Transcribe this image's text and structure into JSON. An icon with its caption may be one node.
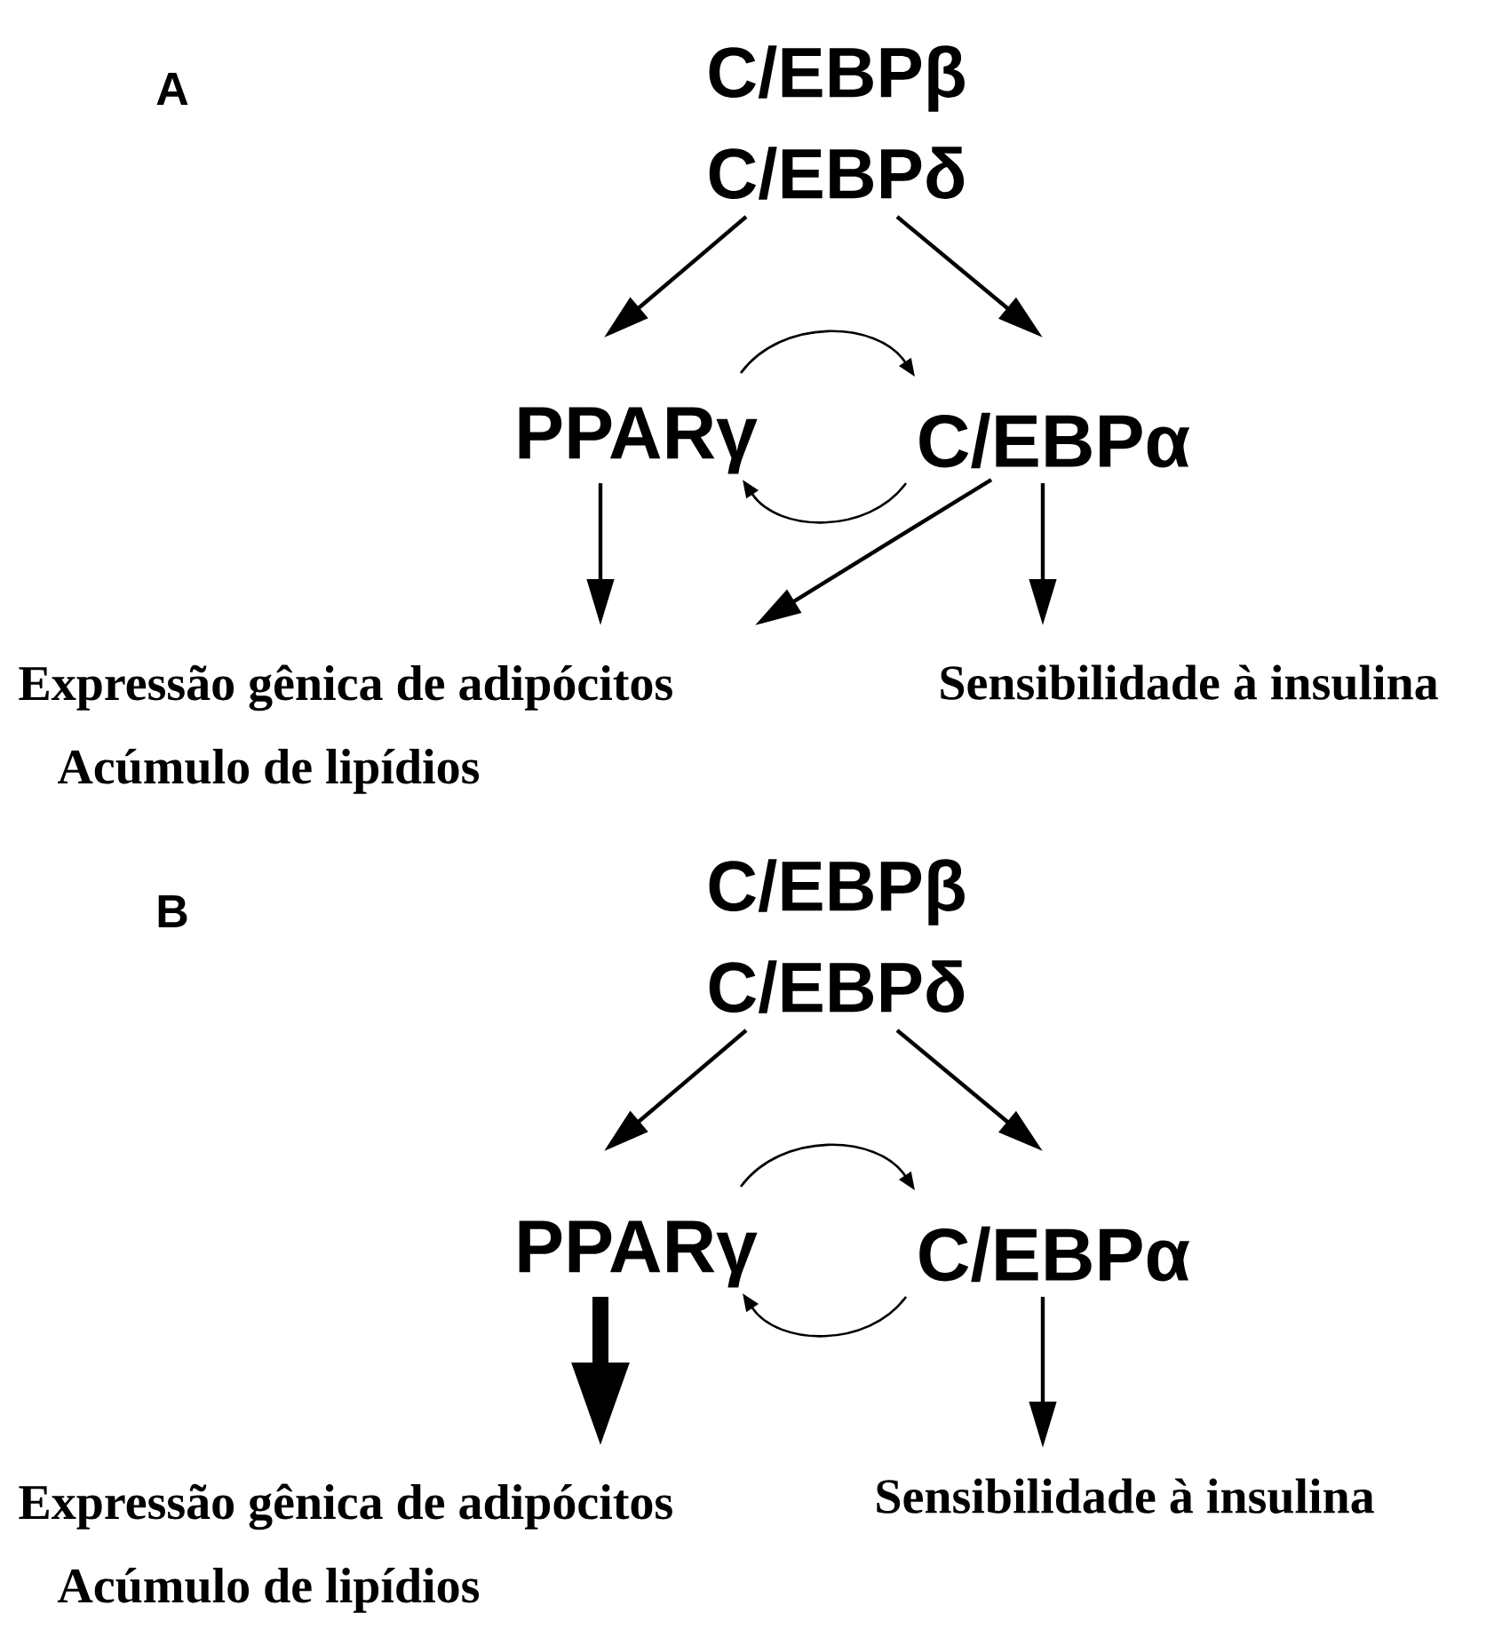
{
  "diagram": {
    "nodes": [
      {
        "text": [
          "C/EBPβ",
          "C/EBPδ"
        ]
      },
      {
        "text": [
          "PPARγ"
        ]
      },
      {
        "text": [
          "C/EBPα"
        ]
      },
      {
        "text": [
          "Expressão gênica de adipócitos",
          "Acúmulo de lipídios"
        ]
      },
      {
        "text": [
          "Sensibilidade à insulina"
        ]
      },
      {
        "text": [
          "C/EBPβ",
          "C/EBPδ"
        ]
      },
      {
        "text": [
          "PPARγ"
        ]
      },
      {
        "text": [
          "C/EBPα"
        ]
      },
      {
        "text": [
          "Expressão gênica de adipócitos",
          "Acúmulo de lipídios"
        ]
      },
      {
        "text": [
          "Sensibilidade à insulina"
        ]
      }
    ],
    "edges": [
      {
        "from": 0,
        "to": 1,
        "arrow": "to"
      },
      {
        "from": 0,
        "to": 2,
        "arrow": "to"
      },
      {
        "from": 1,
        "to": 2,
        "arrow": "to"
      },
      {
        "from": 2,
        "to": 1,
        "arrow": "to"
      },
      {
        "from": 1,
        "to": 3,
        "arrow": "to"
      },
      {
        "from": 2,
        "to": 3,
        "arrow": "to"
      },
      {
        "from": 2,
        "to": 4,
        "arrow": "to"
      },
      {
        "from": 5,
        "to": 6,
        "arrow": "to"
      },
      {
        "from": 5,
        "to": 7,
        "arrow": "to"
      },
      {
        "from": 6,
        "to": 7,
        "arrow": "to"
      },
      {
        "from": 7,
        "to": 6,
        "arrow": "to"
      },
      {
        "from": 6,
        "to": 8,
        "arrow": "to",
        "style": "thick"
      },
      {
        "from": 7,
        "to": 9,
        "arrow": "to"
      }
    ],
    "labels": [
      "A",
      "B"
    ]
  }
}
